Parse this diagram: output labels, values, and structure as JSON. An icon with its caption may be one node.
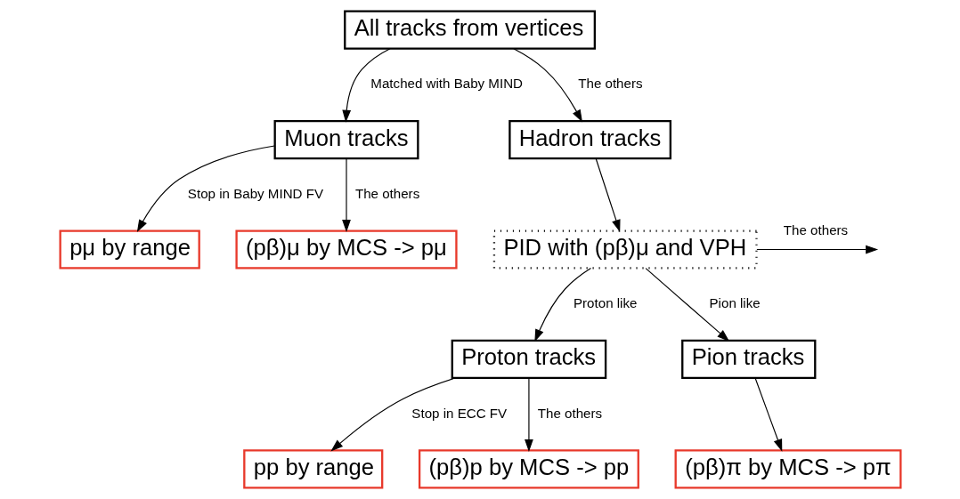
{
  "diagram": {
    "nodes": [
      {
        "text": [
          "All tracks from vertices"
        ]
      },
      {
        "text": [
          "Muon tracks"
        ]
      },
      {
        "text": [
          "Hadron tracks"
        ]
      },
      {
        "text": [
          "pμ by range"
        ]
      },
      {
        "text": [
          "(pβ)μ by MCS -> pμ"
        ]
      },
      {
        "text": [
          "PID with (pβ)μ and VPH"
        ]
      },
      {
        "text": [
          "Proton tracks"
        ]
      },
      {
        "text": [
          "Pion tracks"
        ]
      },
      {
        "text": [
          "pp by range"
        ]
      },
      {
        "text": [
          "(pβ)p by MCS -> pp"
        ]
      },
      {
        "text": [
          "(pβ)π by MCS -> pπ"
        ]
      }
    ],
    "edges": [
      {
        "from": 0,
        "to": 1,
        "arrow": "to",
        "label": "Matched with Baby MIND"
      },
      {
        "from": 0,
        "to": 2,
        "arrow": "to",
        "label": "The others"
      },
      {
        "from": 1,
        "to": 3,
        "arrow": "to",
        "label": "Stop in Baby MIND FV"
      },
      {
        "from": 1,
        "to": 4,
        "arrow": "to",
        "label": "The others"
      },
      {
        "from": 2,
        "to": 5,
        "arrow": "to"
      },
      {
        "from": 5,
        "to": null,
        "arrow": "to",
        "label": "The others"
      },
      {
        "from": 5,
        "to": 6,
        "arrow": "to",
        "label": "Proton like"
      },
      {
        "from": 5,
        "to": 7,
        "arrow": "to",
        "label": "Pion like"
      },
      {
        "from": 6,
        "to": 8,
        "arrow": "to",
        "label": "Stop in ECC FV"
      },
      {
        "from": 6,
        "to": 9,
        "arrow": "to",
        "label": "The others"
      },
      {
        "from": 7,
        "to": 10,
        "arrow": "to"
      }
    ]
  }
}
